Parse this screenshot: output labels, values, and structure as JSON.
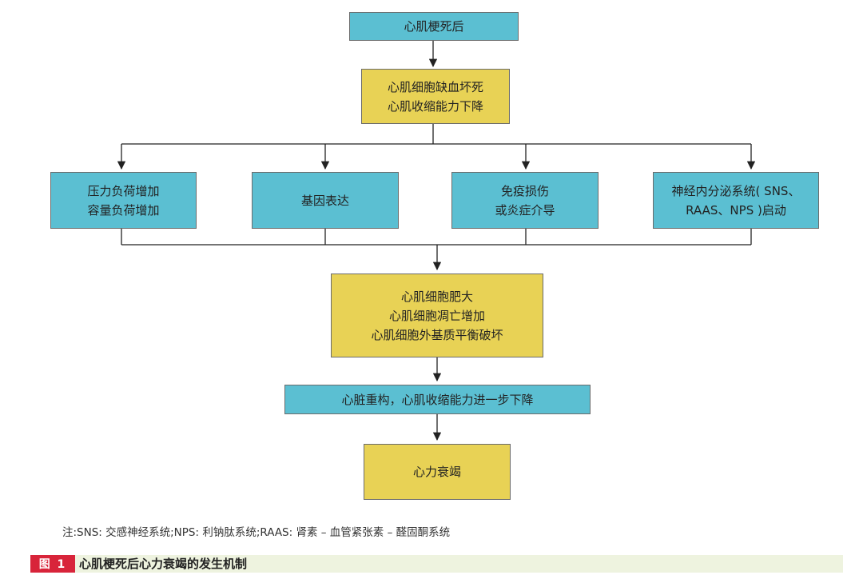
{
  "nodes": {
    "mi": {
      "lines": [
        "心肌梗死后"
      ],
      "color": "#5bbfd2"
    },
    "ischemia": {
      "lines": [
        "心肌细胞缺血坏死",
        "心肌收缩能力下降"
      ],
      "color": "#e8d255"
    },
    "pressure": {
      "lines": [
        "压力负荷增加",
        "容量负荷增加"
      ],
      "color": "#5bbfd2"
    },
    "gene": {
      "lines": [
        "基因表达"
      ],
      "color": "#5bbfd2"
    },
    "immune": {
      "lines": [
        "免疫损伤",
        "或炎症介导"
      ],
      "color": "#5bbfd2"
    },
    "neuro": {
      "lines": [
        "神经内分泌系统( SNS、",
        "RAAS、NPS )启动"
      ],
      "color": "#5bbfd2"
    },
    "cell_changes": {
      "lines": [
        "心肌细胞肥大",
        "心肌细胞凋亡增加",
        "心肌细胞外基质平衡破坏"
      ],
      "color": "#e8d255"
    },
    "remodeling": {
      "lines": [
        "心脏重构，心肌收缩能力进一步下降"
      ],
      "color": "#5bbfd2"
    },
    "heart_failure": {
      "lines": [
        "心力衰竭"
      ],
      "color": "#e8d255"
    }
  },
  "note": "注:SNS: 交感神经系统;NPS: 利钠肽系统;RAAS: 肾素 – 血管紧张素 – 醛固酮系统",
  "figure": {
    "tag": "图 1",
    "title": "心肌梗死后心力衰竭的发生机制",
    "tag_color": "#d8243a"
  }
}
